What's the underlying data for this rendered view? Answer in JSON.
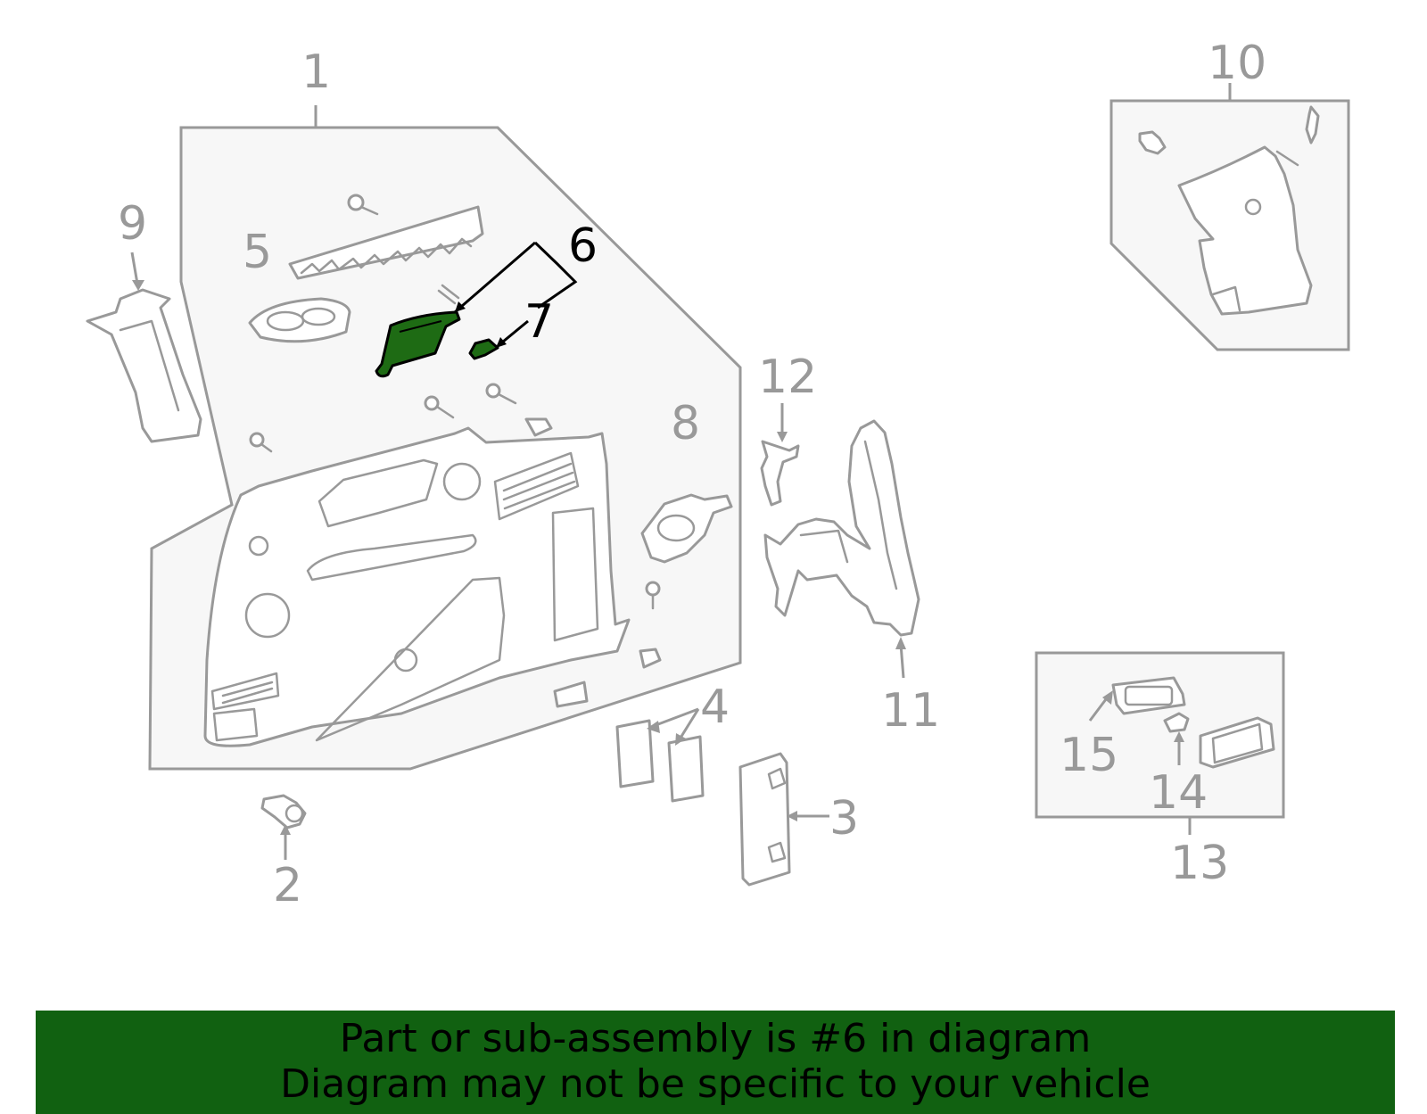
{
  "diagram": {
    "callouts": [
      {
        "id": "1",
        "label": "1"
      },
      {
        "id": "2",
        "label": "2"
      },
      {
        "id": "3",
        "label": "3"
      },
      {
        "id": "4",
        "label": "4"
      },
      {
        "id": "5",
        "label": "5"
      },
      {
        "id": "6",
        "label": "6",
        "highlighted": true
      },
      {
        "id": "7",
        "label": "7",
        "highlighted": true
      },
      {
        "id": "8",
        "label": "8"
      },
      {
        "id": "9",
        "label": "9"
      },
      {
        "id": "10",
        "label": "10"
      },
      {
        "id": "11",
        "label": "11"
      },
      {
        "id": "12",
        "label": "12"
      },
      {
        "id": "13",
        "label": "13"
      },
      {
        "id": "14",
        "label": "14"
      },
      {
        "id": "15",
        "label": "15"
      }
    ],
    "highlight_color": "#1e6b14",
    "line_color": "#999999",
    "box_fill": "#f7f7f7"
  },
  "banner": {
    "line1": "Part or sub-assembly is #6 in diagram",
    "line2": "Diagram may not be specific to your vehicle",
    "background": "#116111"
  }
}
